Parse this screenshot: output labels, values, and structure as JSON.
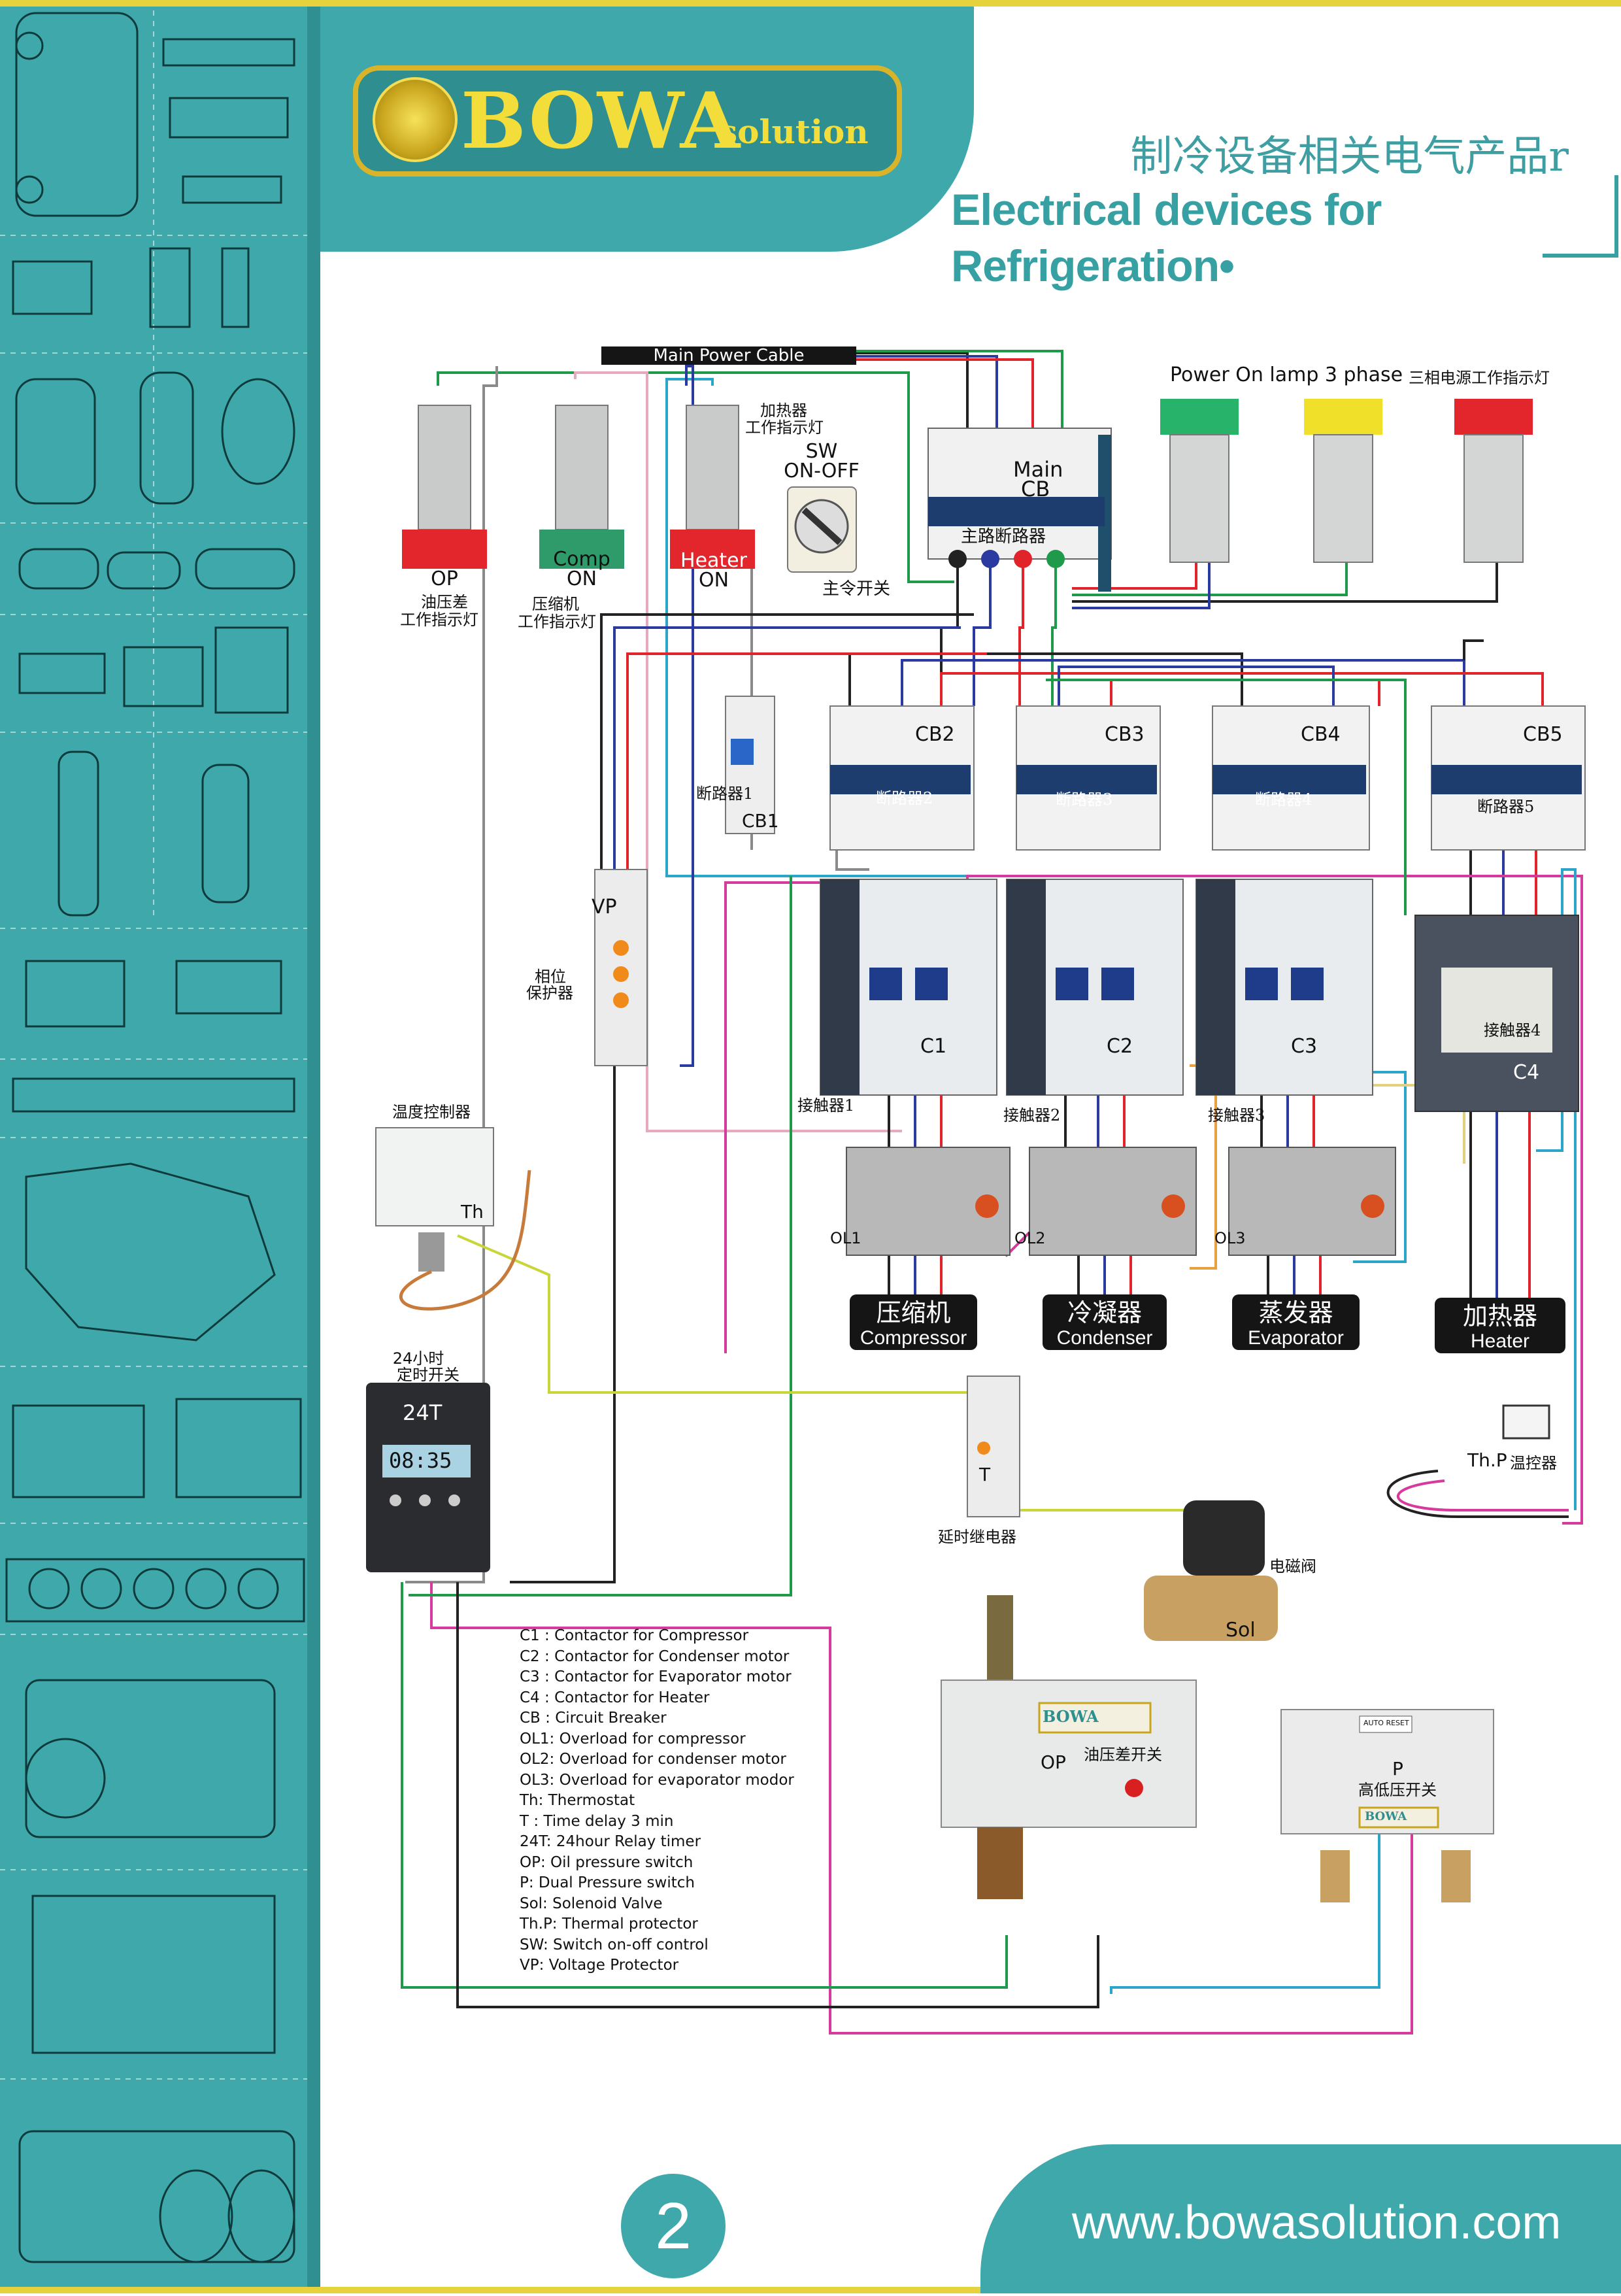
{
  "brand": {
    "logo_main": "BOWA",
    "logo_sub": "solution"
  },
  "header": {
    "title_cn": "制冷设备相关电气产品r",
    "title_en": "Electrical devices for Refrigeration•"
  },
  "diagram": {
    "main_power_cable": "Main Power Cable",
    "power_lamp_en": "Power On lamp 3 phase",
    "power_lamp_cn": "三相电源工作指示灯",
    "main_cb": {
      "label": "Main CB",
      "label_line1": "Main",
      "label_line2": "CB",
      "cn": "主路断路器"
    },
    "switch": {
      "line1": "SW",
      "line2": "ON-OFF",
      "cn": "主令开关"
    },
    "lamps": [
      {
        "line1": "OP",
        "line2": "",
        "cn1": "油压差",
        "cn2": "工作指示灯",
        "color": "#e0242a"
      },
      {
        "line1": "Comp",
        "line2": "ON",
        "cn1": "压缩机",
        "cn2": "工作指示灯",
        "color": "#2f9b6a"
      },
      {
        "line1": "Heater",
        "line2": "ON",
        "cn1": "加热器",
        "cn2": "工作指示灯",
        "color": "#e0242a"
      }
    ],
    "breakers": [
      {
        "label": "CB1",
        "cn": "断路器1"
      },
      {
        "label": "CB2",
        "cn": "断路器2"
      },
      {
        "label": "CB3",
        "cn": "断路器3"
      },
      {
        "label": "CB4",
        "cn": "断路器4"
      },
      {
        "label": "CB5",
        "cn": "断路器5"
      }
    ],
    "contactors": [
      {
        "label": "C1",
        "cn": "接触器1"
      },
      {
        "label": "C2",
        "cn": "接触器2"
      },
      {
        "label": "C3",
        "cn": "接触器3"
      },
      {
        "label": "C4",
        "cn": "接触器4"
      }
    ],
    "overloads": [
      {
        "label": "OL1"
      },
      {
        "label": "OL2"
      },
      {
        "label": "OL3"
      }
    ],
    "loads": [
      {
        "cn": "压缩机",
        "en": "Compressor"
      },
      {
        "cn": "冷凝器",
        "en": "Condenser"
      },
      {
        "cn": "蒸发器",
        "en": "Evaporator"
      },
      {
        "cn": "加热器",
        "en": "Heater"
      }
    ],
    "vp": {
      "label": "VP",
      "cn1": "相位",
      "cn2": "保护器"
    },
    "thermostat": {
      "label": "Th",
      "cn": "温度控制器"
    },
    "timer": {
      "label": "24T",
      "cn1": "24小时",
      "cn2": "定时开关",
      "display": "08:35"
    },
    "delay_relay": {
      "label": "T",
      "cn": "延时继电器"
    },
    "solenoid": {
      "label": "Sol",
      "cn": "电磁阀"
    },
    "thermal_protector": {
      "label": "Th.P",
      "cn": "温控器"
    },
    "oil_switch": {
      "label": "OP",
      "cn": "油压差开关",
      "brand": "BOWA"
    },
    "pressure_switch": {
      "label": "P",
      "cn": "高低压开关",
      "brand": "BOWA",
      "reset": "AUTO RESET"
    }
  },
  "legend": [
    "C1 : Contactor for Compressor",
    "C2 : Contactor for Condenser motor",
    "C3 : Contactor for Evaporator motor",
    "C4 : Contactor for Heater",
    "CB : Circuit Breaker",
    "OL1: Overload for compressor",
    "OL2: Overload for condenser motor",
    "OL3: Overload for evaporator modor",
    "Th: Thermostat",
    "T  : Time delay 3 min",
    "24T: 24hour Relay timer",
    "OP: Oil pressure switch",
    "P: Dual Pressure switch",
    "Sol: Solenoid Valve",
    "Th.P: Thermal protector",
    "SW: Switch on-off control",
    "VP: Voltage Protector"
  ],
  "footer": {
    "page_number": "2",
    "url": "www.bowasolution.com"
  },
  "colors": {
    "teal": "#3ea8aa",
    "gold": "#e6d23c",
    "wire_black": "#222222",
    "wire_blue": "#2a3aa0",
    "wire_red": "#e0242a",
    "wire_green": "#1f9a4a",
    "wire_magenta": "#d63a9c",
    "wire_cyan": "#2aa6c8",
    "wire_yellow": "#c9d63a",
    "wire_gray": "#8a8a8a",
    "wire_pink": "#e8a8c0"
  }
}
